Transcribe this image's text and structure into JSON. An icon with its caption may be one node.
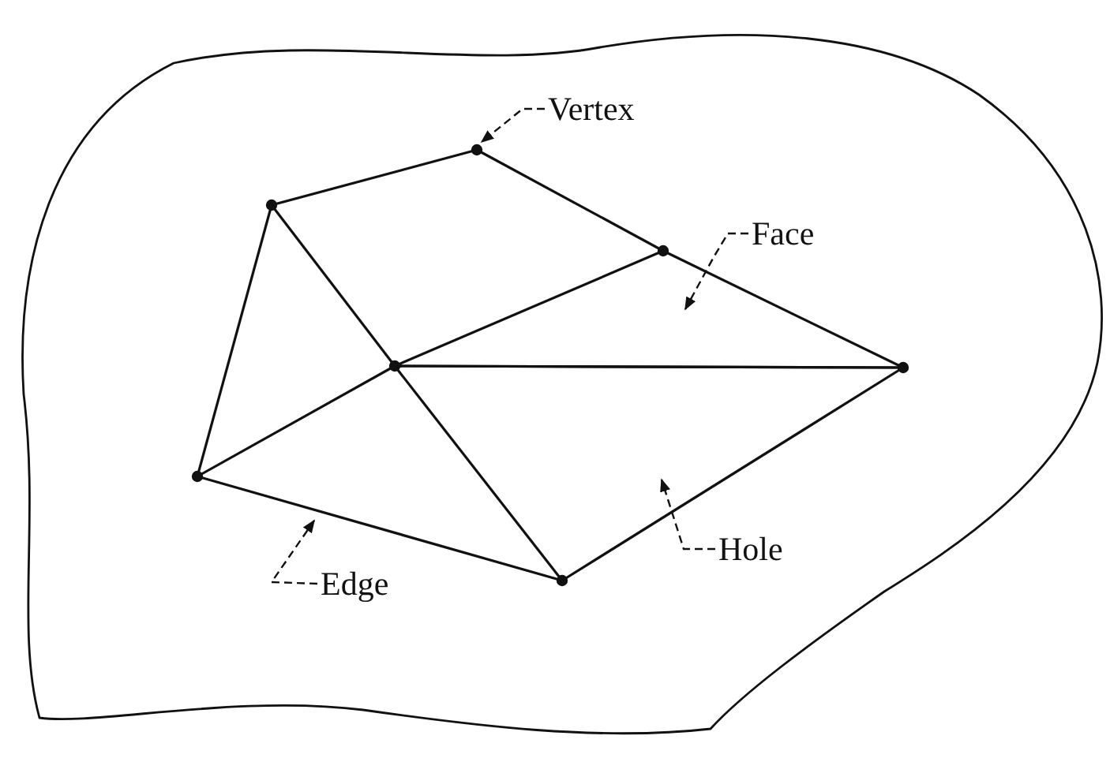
{
  "diagram": {
    "nodes": [
      {
        "text": [
          "Vertex"
        ]
      },
      {
        "text": [],
        "shape": "circle"
      },
      {
        "text": [
          "Face"
        ]
      },
      {
        "text": [],
        "shape": "triangle"
      },
      {
        "text": [
          "Edge"
        ]
      },
      {
        "text": [],
        "shape": "line"
      },
      {
        "text": [
          "Hole"
        ]
      },
      {
        "text": [],
        "shape": "triangle"
      }
    ],
    "edges": [
      {
        "from": 0,
        "to": 1,
        "arrow": "to",
        "style": "dashed"
      },
      {
        "from": 2,
        "to": 3,
        "arrow": "to",
        "style": "dashed"
      },
      {
        "from": 4,
        "to": 5,
        "arrow": "to",
        "style": "dashed"
      },
      {
        "from": 6,
        "to": 7,
        "arrow": "to",
        "style": "dashed"
      }
    ]
  }
}
